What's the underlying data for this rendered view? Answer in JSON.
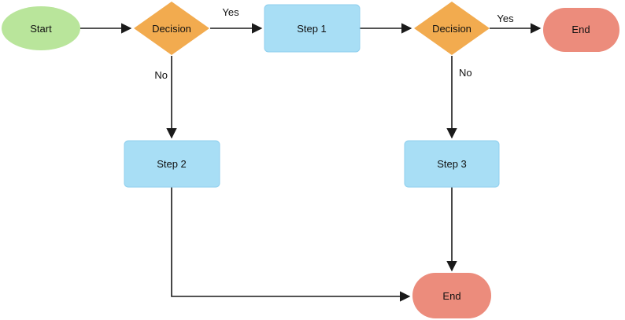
{
  "canvas": {
    "background": "#ffffff",
    "line_color": "#1a1a1a"
  },
  "palette": {
    "start_terminator": "#b9e59b",
    "decision": "#f2ab4f",
    "process": "#a8def5",
    "end_terminator": "#ec8c7c"
  },
  "diagram": {
    "nodes": [
      {
        "id": "start",
        "type": "terminator",
        "label": "Start",
        "fill": "#b9e59b"
      },
      {
        "id": "decision-1",
        "type": "decision",
        "label": "Decision",
        "fill": "#f2ab4f"
      },
      {
        "id": "step-1",
        "type": "process",
        "label": "Step 1",
        "fill": "#a8def5"
      },
      {
        "id": "decision-2",
        "type": "decision",
        "label": "Decision",
        "fill": "#f2ab4f"
      },
      {
        "id": "end-1",
        "type": "terminator",
        "label": "End",
        "fill": "#ec8c7c"
      },
      {
        "id": "step-2",
        "type": "process",
        "label": "Step 2",
        "fill": "#a8def5"
      },
      {
        "id": "step-3",
        "type": "process",
        "label": "Step 3",
        "fill": "#a8def5"
      },
      {
        "id": "end-2",
        "type": "terminator",
        "label": "End",
        "fill": "#ec8c7c"
      }
    ],
    "edges": [
      {
        "from": "start",
        "to": "decision-1",
        "label": ""
      },
      {
        "from": "decision-1",
        "to": "step-1",
        "label": "Yes"
      },
      {
        "from": "step-1",
        "to": "decision-2",
        "label": ""
      },
      {
        "from": "decision-2",
        "to": "end-1",
        "label": "Yes"
      },
      {
        "from": "decision-1",
        "to": "step-2",
        "label": "No"
      },
      {
        "from": "decision-2",
        "to": "step-3",
        "label": "No"
      },
      {
        "from": "step-3",
        "to": "end-2",
        "label": ""
      },
      {
        "from": "step-2",
        "to": "end-2",
        "label": ""
      }
    ]
  }
}
